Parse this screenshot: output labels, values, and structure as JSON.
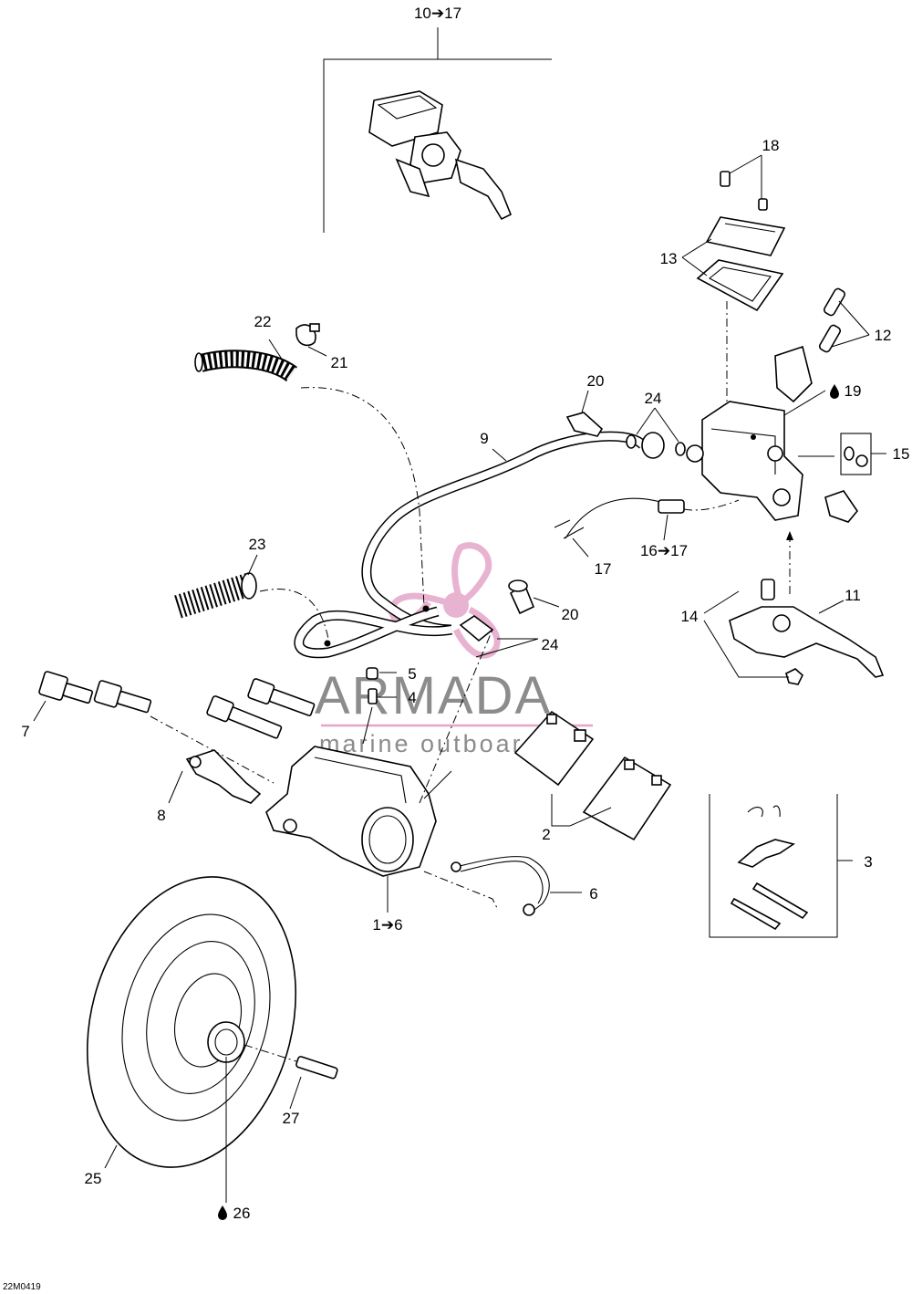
{
  "diagram": {
    "image_code": "22M0419",
    "watermark": {
      "title": "ARMADA",
      "subtitle": "marine outboards",
      "logo_color": "#e4a6c8",
      "text_color": "#8c8c8c"
    },
    "callouts": {
      "c10_17": "10➔17",
      "c18": "18",
      "c13": "13",
      "c12": "12",
      "c19": "19",
      "c15": "15",
      "c22": "22",
      "c21": "21",
      "c20a": "20",
      "c24a": "24",
      "c9": "9",
      "c17": "17",
      "c16_17": "16➔17",
      "c23": "23",
      "c20b": "20",
      "c24b": "24",
      "c5": "5",
      "c4": "4",
      "c14": "14",
      "c11": "11",
      "c7": "7",
      "c8": "8",
      "c2": "2",
      "c3": "3",
      "c6": "6",
      "c1_6": "1➔6",
      "c27": "27",
      "c25": "25",
      "c26": "26"
    },
    "icons": [
      "oil-drop-icon"
    ]
  }
}
